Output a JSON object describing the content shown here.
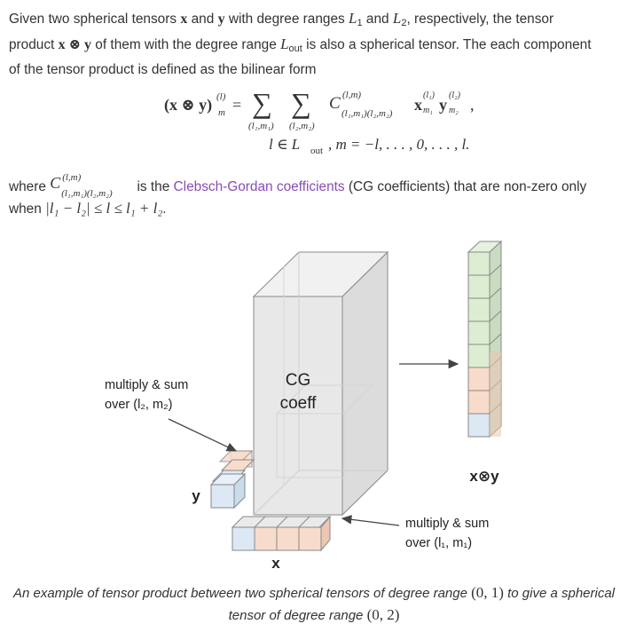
{
  "paragraph1": {
    "t1": "Given two spherical tensors ",
    "x": "x",
    "t2": " and ",
    "y": "y",
    "t3": " with degree ranges ",
    "L": "L",
    "one": "1",
    "t4": " and ",
    "two": "2",
    "t5": ", respectively, the tensor",
    "t6": "product ",
    "xy": "x ⊗ y",
    "t7": " of them with the degree range ",
    "out": "out",
    "t8": " is also a spherical tensor. The each component",
    "t9": "of the tensor product is defined as the bilinear form"
  },
  "equation": {
    "lhs": "(x ⊗ y)",
    "lhs_sup": "(l)",
    "lhs_sub": "m",
    "eq": "=",
    "sum": "∑",
    "sum1_sub": "(l₁,m₁)",
    "sum2_sub": "(l₂,m₂)",
    "C": "C",
    "C_sup": "(l,m)",
    "C_sub": "(l₁,m₁)(l₂,m₂)",
    "xb": "x",
    "x_sup": "(l₁)",
    "x_sub": "m₁",
    "yb": "y",
    "y_sup": "(l₂)",
    "y_sub": "m₂",
    "comma": ",",
    "line2_a": "l ∈ L",
    "line2_sub": "out",
    "line2_b": ", m = −l, . . . , 0, . . . , l."
  },
  "paragraph2": {
    "t1": "where ",
    "C": "C",
    "C_sup": "(l,m)",
    "C_sub": "(l₁,m₁)(l₂,m₂)",
    "t2": " is the ",
    "link": "Clebsch-Gordan coefficients",
    "t3": " (CG coefficients) that are non-zero only",
    "t4": "when ",
    "cond": "|l₁ − l₂| ≤ l ≤ l₁ + l₂",
    "t5": "."
  },
  "figure": {
    "cg_line1": "CG",
    "cg_line2": "coeff",
    "label_left_1": "multiply & sum",
    "label_left_2": "over (l₂, m₂)",
    "label_right_1": "multiply & sum",
    "label_right_2": "over (l₁, m₁)",
    "label_x": "x",
    "label_y": "y",
    "label_xy": "x⊗y",
    "colors": {
      "blue": "#dce9f5",
      "orange": "#f8dccb",
      "green": "#dcedd2",
      "box": "#e9e9e9",
      "edge": "#888888"
    }
  },
  "caption": {
    "t1": "An example of tensor product between two spherical tensors of degree range ",
    "r1": "(0, 1)",
    "t2": " to give a spherical",
    "t3": "tensor of degree range ",
    "r2": "(0, 2)"
  }
}
